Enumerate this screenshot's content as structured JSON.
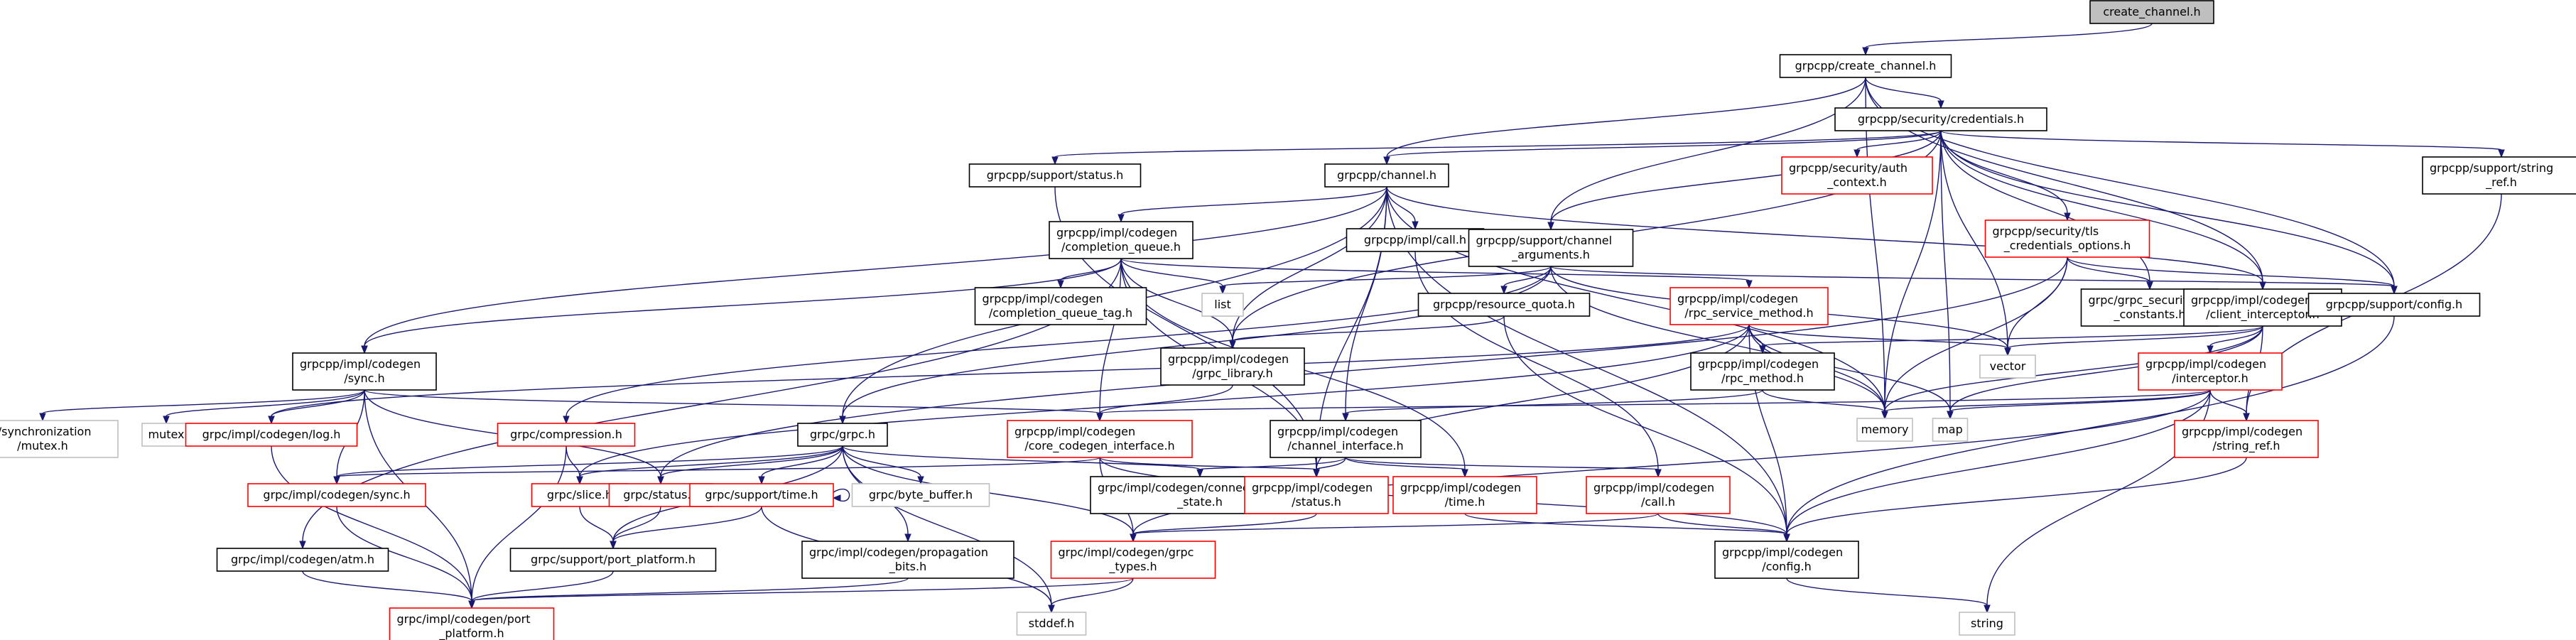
{
  "colors": {
    "edge": "#191970",
    "node_border": "#000000",
    "missing_border": "#ff0000",
    "system_border": "#bfbfbf",
    "root_fill": "#bfbfbf"
  },
  "nodes": [
    {
      "id": "create_channel",
      "lines": [
        "create_channel.h"
      ],
      "kind": "root"
    },
    {
      "id": "grpcpp_create_channel",
      "lines": [
        "grpcpp/create_channel.h"
      ],
      "kind": "black"
    },
    {
      "id": "credentials",
      "lines": [
        "grpcpp/security/credentials.h"
      ],
      "kind": "black"
    },
    {
      "id": "support_status",
      "lines": [
        "grpcpp/support/status.h"
      ],
      "kind": "black"
    },
    {
      "id": "channel",
      "lines": [
        "grpcpp/channel.h"
      ],
      "kind": "black"
    },
    {
      "id": "auth_context",
      "lines": [
        "grpcpp/security/auth",
        "_context.h"
      ],
      "kind": "red"
    },
    {
      "id": "string_ref_support",
      "lines": [
        "grpcpp/support/string",
        "_ref.h"
      ],
      "kind": "black"
    },
    {
      "id": "completion_queue",
      "lines": [
        "grpcpp/impl/codegen",
        "/completion_queue.h"
      ],
      "kind": "black"
    },
    {
      "id": "impl_call",
      "lines": [
        "grpcpp/impl/call.h"
      ],
      "kind": "black"
    },
    {
      "id": "channel_arguments",
      "lines": [
        "grpcpp/support/channel",
        "_arguments.h"
      ],
      "kind": "black"
    },
    {
      "id": "tls_options",
      "lines": [
        "grpcpp/security/tls",
        "_credentials_options.h"
      ],
      "kind": "red"
    },
    {
      "id": "cq_tag",
      "lines": [
        "grpcpp/impl/codegen",
        "/completion_queue_tag.h"
      ],
      "kind": "black"
    },
    {
      "id": "list",
      "lines": [
        "list"
      ],
      "kind": "gray"
    },
    {
      "id": "grpc_security_constants",
      "lines": [
        "grpc/grpc_security",
        "_constants.h"
      ],
      "kind": "black"
    },
    {
      "id": "client_interceptor",
      "lines": [
        "grpcpp/impl/codegen",
        "/client_interceptor.h"
      ],
      "kind": "black"
    },
    {
      "id": "support_config",
      "lines": [
        "grpcpp/support/config.h"
      ],
      "kind": "black"
    },
    {
      "id": "resource_quota",
      "lines": [
        "grpcpp/resource_quota.h"
      ],
      "kind": "black"
    },
    {
      "id": "rpc_service_method",
      "lines": [
        "grpcpp/impl/codegen",
        "/rpc_service_method.h"
      ],
      "kind": "red"
    },
    {
      "id": "vector",
      "lines": [
        "vector"
      ],
      "kind": "gray"
    },
    {
      "id": "sync",
      "lines": [
        "grpcpp/impl/codegen",
        "/sync.h"
      ],
      "kind": "black"
    },
    {
      "id": "grpc_library",
      "lines": [
        "grpcpp/impl/codegen",
        "/grpc_library.h"
      ],
      "kind": "black"
    },
    {
      "id": "rpc_method",
      "lines": [
        "grpcpp/impl/codegen",
        "/rpc_method.h"
      ],
      "kind": "black"
    },
    {
      "id": "interceptor",
      "lines": [
        "grpcpp/impl/codegen",
        "/interceptor.h"
      ],
      "kind": "red"
    },
    {
      "id": "absl_mutex",
      "lines": [
        "absl/synchronization",
        "/mutex.h"
      ],
      "kind": "gray"
    },
    {
      "id": "mutex",
      "lines": [
        "mutex"
      ],
      "kind": "gray"
    },
    {
      "id": "log",
      "lines": [
        "grpc/impl/codegen/log.h"
      ],
      "kind": "red"
    },
    {
      "id": "compression",
      "lines": [
        "grpc/compression.h"
      ],
      "kind": "red"
    },
    {
      "id": "core_codegen_interface",
      "lines": [
        "grpcpp/impl/codegen",
        "/core_codegen_interface.h"
      ],
      "kind": "red"
    },
    {
      "id": "channel_interface",
      "lines": [
        "grpcpp/impl/codegen",
        "/channel_interface.h"
      ],
      "kind": "black"
    },
    {
      "id": "memory",
      "lines": [
        "memory"
      ],
      "kind": "gray"
    },
    {
      "id": "map",
      "lines": [
        "map"
      ],
      "kind": "gray"
    },
    {
      "id": "string_ref_codegen",
      "lines": [
        "grpcpp/impl/codegen",
        "/string_ref.h"
      ],
      "kind": "red"
    },
    {
      "id": "grpc_h",
      "lines": [
        "grpc/grpc.h"
      ],
      "kind": "black"
    },
    {
      "id": "codegen_sync",
      "lines": [
        "grpc/impl/codegen/sync.h"
      ],
      "kind": "red"
    },
    {
      "id": "slice",
      "lines": [
        "grpc/slice.h"
      ],
      "kind": "red"
    },
    {
      "id": "grpc_status",
      "lines": [
        "grpc/status.h"
      ],
      "kind": "red"
    },
    {
      "id": "support_time",
      "lines": [
        "grpc/support/time.h"
      ],
      "kind": "red"
    },
    {
      "id": "byte_buffer",
      "lines": [
        "grpc/byte_buffer.h"
      ],
      "kind": "gray"
    },
    {
      "id": "connectivity_state",
      "lines": [
        "grpc/impl/codegen/connectivity",
        "_state.h"
      ],
      "kind": "black"
    },
    {
      "id": "codegen_status",
      "lines": [
        "grpcpp/impl/codegen",
        "/status.h"
      ],
      "kind": "red"
    },
    {
      "id": "codegen_time",
      "lines": [
        "grpcpp/impl/codegen",
        "/time.h"
      ],
      "kind": "red"
    },
    {
      "id": "codegen_call",
      "lines": [
        "grpcpp/impl/codegen",
        "/call.h"
      ],
      "kind": "red"
    },
    {
      "id": "atm",
      "lines": [
        "grpc/impl/codegen/atm.h"
      ],
      "kind": "black"
    },
    {
      "id": "port_platform_support",
      "lines": [
        "grpc/support/port_platform.h"
      ],
      "kind": "black"
    },
    {
      "id": "propagation_bits",
      "lines": [
        "grpc/impl/codegen/propagation",
        "_bits.h"
      ],
      "kind": "black"
    },
    {
      "id": "grpc_types",
      "lines": [
        "grpc/impl/codegen/grpc",
        "_types.h"
      ],
      "kind": "red"
    },
    {
      "id": "codegen_config",
      "lines": [
        "grpcpp/impl/codegen",
        "/config.h"
      ],
      "kind": "black"
    },
    {
      "id": "port_platform_codegen",
      "lines": [
        "grpc/impl/codegen/port",
        "_platform.h"
      ],
      "kind": "red"
    },
    {
      "id": "stddef",
      "lines": [
        "stddef.h"
      ],
      "kind": "gray"
    },
    {
      "id": "string",
      "lines": [
        "string"
      ],
      "kind": "gray"
    }
  ],
  "edges": [
    [
      "create_channel",
      "grpcpp_create_channel"
    ],
    [
      "grpcpp_create_channel",
      "credentials"
    ],
    [
      "grpcpp_create_channel",
      "channel"
    ],
    [
      "grpcpp_create_channel",
      "channel_arguments"
    ],
    [
      "grpcpp_create_channel",
      "memory"
    ],
    [
      "grpcpp_create_channel",
      "client_interceptor"
    ],
    [
      "grpcpp_create_channel",
      "support_config"
    ],
    [
      "credentials",
      "support_status"
    ],
    [
      "credentials",
      "channel"
    ],
    [
      "credentials",
      "auth_context"
    ],
    [
      "credentials",
      "string_ref_support"
    ],
    [
      "credentials",
      "channel_arguments"
    ],
    [
      "credentials",
      "tls_options"
    ],
    [
      "credentials",
      "grpc_security_constants"
    ],
    [
      "credentials",
      "client_interceptor"
    ],
    [
      "credentials",
      "support_config"
    ],
    [
      "credentials",
      "grpc_library"
    ],
    [
      "credentials",
      "vector"
    ],
    [
      "credentials",
      "memory"
    ],
    [
      "credentials",
      "map"
    ],
    [
      "support_status",
      "codegen_status"
    ],
    [
      "channel",
      "completion_queue"
    ],
    [
      "channel",
      "impl_call"
    ],
    [
      "channel",
      "channel_interface"
    ],
    [
      "channel",
      "grpc_library"
    ],
    [
      "channel",
      "grpc_h"
    ],
    [
      "channel",
      "sync"
    ],
    [
      "channel",
      "codegen_config"
    ],
    [
      "channel",
      "client_interceptor"
    ],
    [
      "channel",
      "memory"
    ],
    [
      "channel",
      "codegen_status"
    ],
    [
      "string_ref_support",
      "string_ref_codegen"
    ],
    [
      "completion_queue",
      "cq_tag"
    ],
    [
      "completion_queue",
      "list"
    ],
    [
      "completion_queue",
      "sync"
    ],
    [
      "completion_queue",
      "grpc_library"
    ],
    [
      "completion_queue",
      "core_codegen_interface"
    ],
    [
      "completion_queue",
      "rpc_service_method"
    ],
    [
      "completion_queue",
      "codegen_status"
    ],
    [
      "completion_queue",
      "codegen_time"
    ],
    [
      "completion_queue",
      "atm"
    ],
    [
      "impl_call",
      "codegen_call"
    ],
    [
      "channel_arguments",
      "list"
    ],
    [
      "channel_arguments",
      "resource_quota"
    ],
    [
      "channel_arguments",
      "grpc_h"
    ],
    [
      "channel_arguments",
      "compression"
    ],
    [
      "channel_arguments",
      "vector"
    ],
    [
      "channel_arguments",
      "support_config"
    ],
    [
      "channel_arguments",
      "memory"
    ],
    [
      "tls_options",
      "grpc_security_constants"
    ],
    [
      "tls_options",
      "support_config"
    ],
    [
      "tls_options",
      "vector"
    ],
    [
      "tls_options",
      "memory"
    ],
    [
      "tls_options",
      "grpc_status"
    ],
    [
      "client_interceptor",
      "interceptor"
    ],
    [
      "client_interceptor",
      "string_ref_codegen"
    ],
    [
      "client_interceptor",
      "rpc_method"
    ],
    [
      "client_interceptor",
      "vector"
    ],
    [
      "client_interceptor",
      "memory"
    ],
    [
      "client_interceptor",
      "map"
    ],
    [
      "support_config",
      "codegen_config"
    ],
    [
      "resource_quota",
      "grpc_library"
    ],
    [
      "resource_quota",
      "codegen_config"
    ],
    [
      "rpc_service_method",
      "rpc_method"
    ],
    [
      "rpc_service_method",
      "log"
    ],
    [
      "rpc_service_method",
      "codegen_status"
    ],
    [
      "rpc_service_method",
      "codegen_config"
    ],
    [
      "rpc_service_method",
      "memory"
    ],
    [
      "rpc_service_method",
      "map"
    ],
    [
      "rpc_service_method",
      "vector"
    ],
    [
      "rpc_service_method",
      "slice"
    ],
    [
      "sync",
      "absl_mutex"
    ],
    [
      "sync",
      "mutex"
    ],
    [
      "sync",
      "log"
    ],
    [
      "sync",
      "codegen_sync"
    ],
    [
      "sync",
      "core_codegen_interface"
    ],
    [
      "sync",
      "port_platform_codegen"
    ],
    [
      "sync",
      "grpc_status"
    ],
    [
      "grpc_library",
      "core_codegen_interface"
    ],
    [
      "rpc_method",
      "channel_interface"
    ],
    [
      "rpc_method",
      "memory"
    ],
    [
      "interceptor",
      "core_codegen_interface"
    ],
    [
      "interceptor",
      "string_ref_codegen"
    ],
    [
      "interceptor",
      "map"
    ],
    [
      "interceptor",
      "memory"
    ],
    [
      "interceptor",
      "string"
    ],
    [
      "interceptor",
      "codegen_config"
    ],
    [
      "interceptor",
      "grpc_types"
    ],
    [
      "log",
      "port_platform_codegen"
    ],
    [
      "compression",
      "slice"
    ],
    [
      "compression",
      "port_platform_codegen"
    ],
    [
      "core_codegen_interface",
      "codegen_sync"
    ],
    [
      "core_codegen_interface",
      "grpc_types"
    ],
    [
      "core_codegen_interface",
      "codegen_status"
    ],
    [
      "core_codegen_interface",
      "codegen_config"
    ],
    [
      "channel_interface",
      "connectivity_state"
    ],
    [
      "channel_interface",
      "codegen_status"
    ],
    [
      "channel_interface",
      "codegen_time"
    ],
    [
      "channel_interface",
      "codegen_call"
    ],
    [
      "string_ref_codegen",
      "codegen_config"
    ],
    [
      "grpc_h",
      "slice"
    ],
    [
      "grpc_h",
      "grpc_status"
    ],
    [
      "grpc_h",
      "support_time"
    ],
    [
      "grpc_h",
      "byte_buffer"
    ],
    [
      "grpc_h",
      "connectivity_state"
    ],
    [
      "grpc_h",
      "propagation_bits"
    ],
    [
      "grpc_h",
      "grpc_types"
    ],
    [
      "grpc_h",
      "port_platform_support"
    ],
    [
      "grpc_h",
      "stddef"
    ],
    [
      "grpc_h",
      "codegen_sync"
    ],
    [
      "codegen_sync",
      "port_platform_codegen"
    ],
    [
      "slice",
      "port_platform_support"
    ],
    [
      "grpc_status",
      "port_platform_support"
    ],
    [
      "support_time",
      "support_time"
    ],
    [
      "support_time",
      "port_platform_support"
    ],
    [
      "support_time",
      "stddef"
    ],
    [
      "codegen_status",
      "grpc_types"
    ],
    [
      "codegen_time",
      "codegen_config"
    ],
    [
      "codegen_call",
      "codegen_config"
    ],
    [
      "codegen_call",
      "grpc_types"
    ],
    [
      "atm",
      "port_platform_codegen"
    ],
    [
      "port_platform_support",
      "port_platform_codegen"
    ],
    [
      "propagation_bits",
      "port_platform_codegen"
    ],
    [
      "grpc_types",
      "port_platform_codegen"
    ],
    [
      "grpc_types",
      "stddef"
    ],
    [
      "codegen_config",
      "string"
    ]
  ]
}
